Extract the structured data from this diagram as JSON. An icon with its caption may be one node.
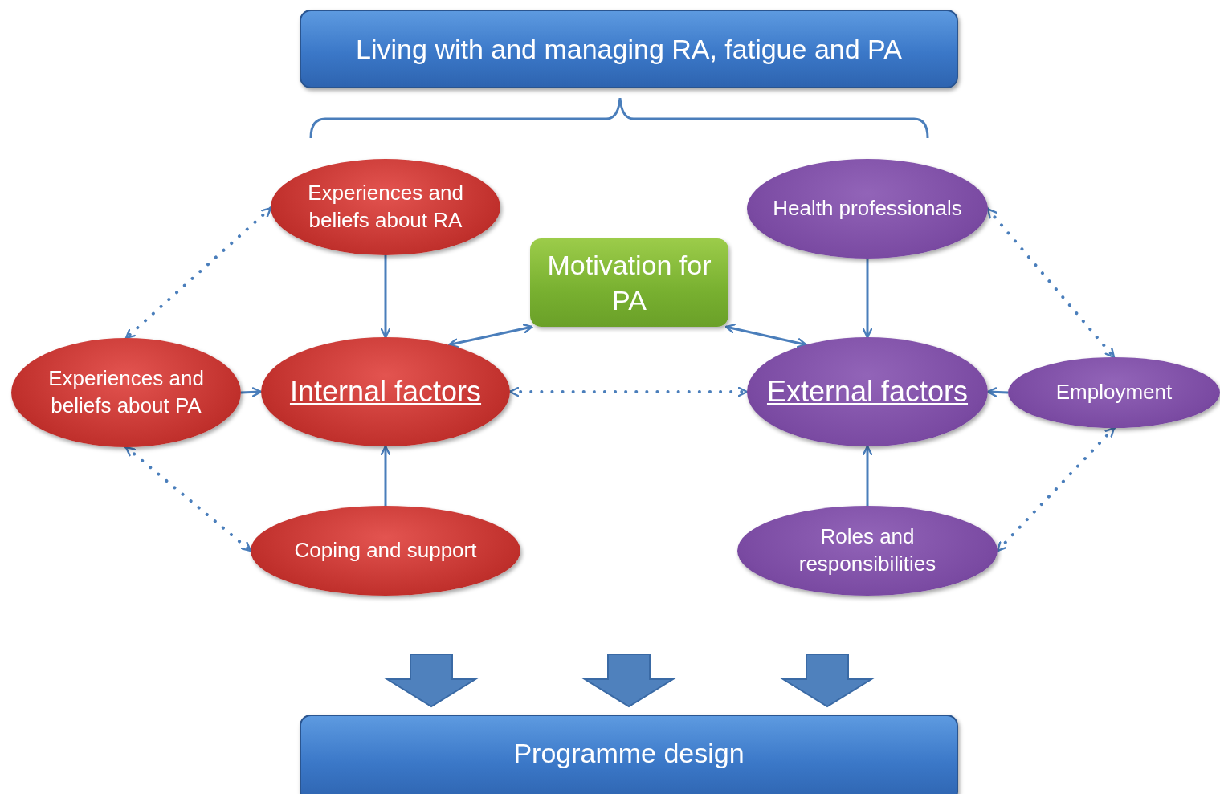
{
  "diagram": {
    "nodes": [
      {
        "text": [
          "Living with and managing RA, fatigue and PA"
        ]
      },
      {
        "text": [
          "Experiences and beliefs about RA"
        ]
      },
      {
        "text": [
          "Motivation for PA"
        ]
      },
      {
        "text": [
          "Health professionals"
        ]
      },
      {
        "text": [
          "Experiences and beliefs about PA"
        ]
      },
      {
        "text": [
          "Internal factors"
        ]
      },
      {
        "text": [
          "External factors"
        ]
      },
      {
        "text": [
          "Employment"
        ]
      },
      {
        "text": [
          "Coping and support"
        ]
      },
      {
        "text": [
          "Roles and responsibilities"
        ]
      },
      {
        "text": [
          "Programme design"
        ]
      }
    ],
    "edges": [
      {
        "from": 1,
        "to": 5,
        "arrow": "to"
      },
      {
        "from": 4,
        "to": 5,
        "arrow": "to"
      },
      {
        "from": 8,
        "to": 5,
        "arrow": "to"
      },
      {
        "from": 2,
        "to": 5,
        "arrow": "both"
      },
      {
        "from": 2,
        "to": 6,
        "arrow": "both"
      },
      {
        "from": 5,
        "to": 6,
        "arrow": "both",
        "style": "dashed"
      },
      {
        "from": 3,
        "to": 6,
        "arrow": "to"
      },
      {
        "from": 9,
        "to": 6,
        "arrow": "to"
      },
      {
        "from": 7,
        "to": 6,
        "arrow": "to"
      },
      {
        "from": 1,
        "to": 4,
        "arrow": "both",
        "style": "dashed"
      },
      {
        "from": 4,
        "to": 8,
        "arrow": "both",
        "style": "dashed"
      },
      {
        "from": 3,
        "to": 7,
        "arrow": "both",
        "style": "dashed"
      },
      {
        "from": 7,
        "to": 9,
        "arrow": "both",
        "style": "dashed"
      },
      {
        "from": null,
        "to": 10,
        "arrow": "to",
        "style": "thick"
      },
      {
        "from": null,
        "to": 10,
        "arrow": "to",
        "style": "thick"
      },
      {
        "from": null,
        "to": 10,
        "arrow": "to",
        "style": "thick"
      }
    ]
  }
}
